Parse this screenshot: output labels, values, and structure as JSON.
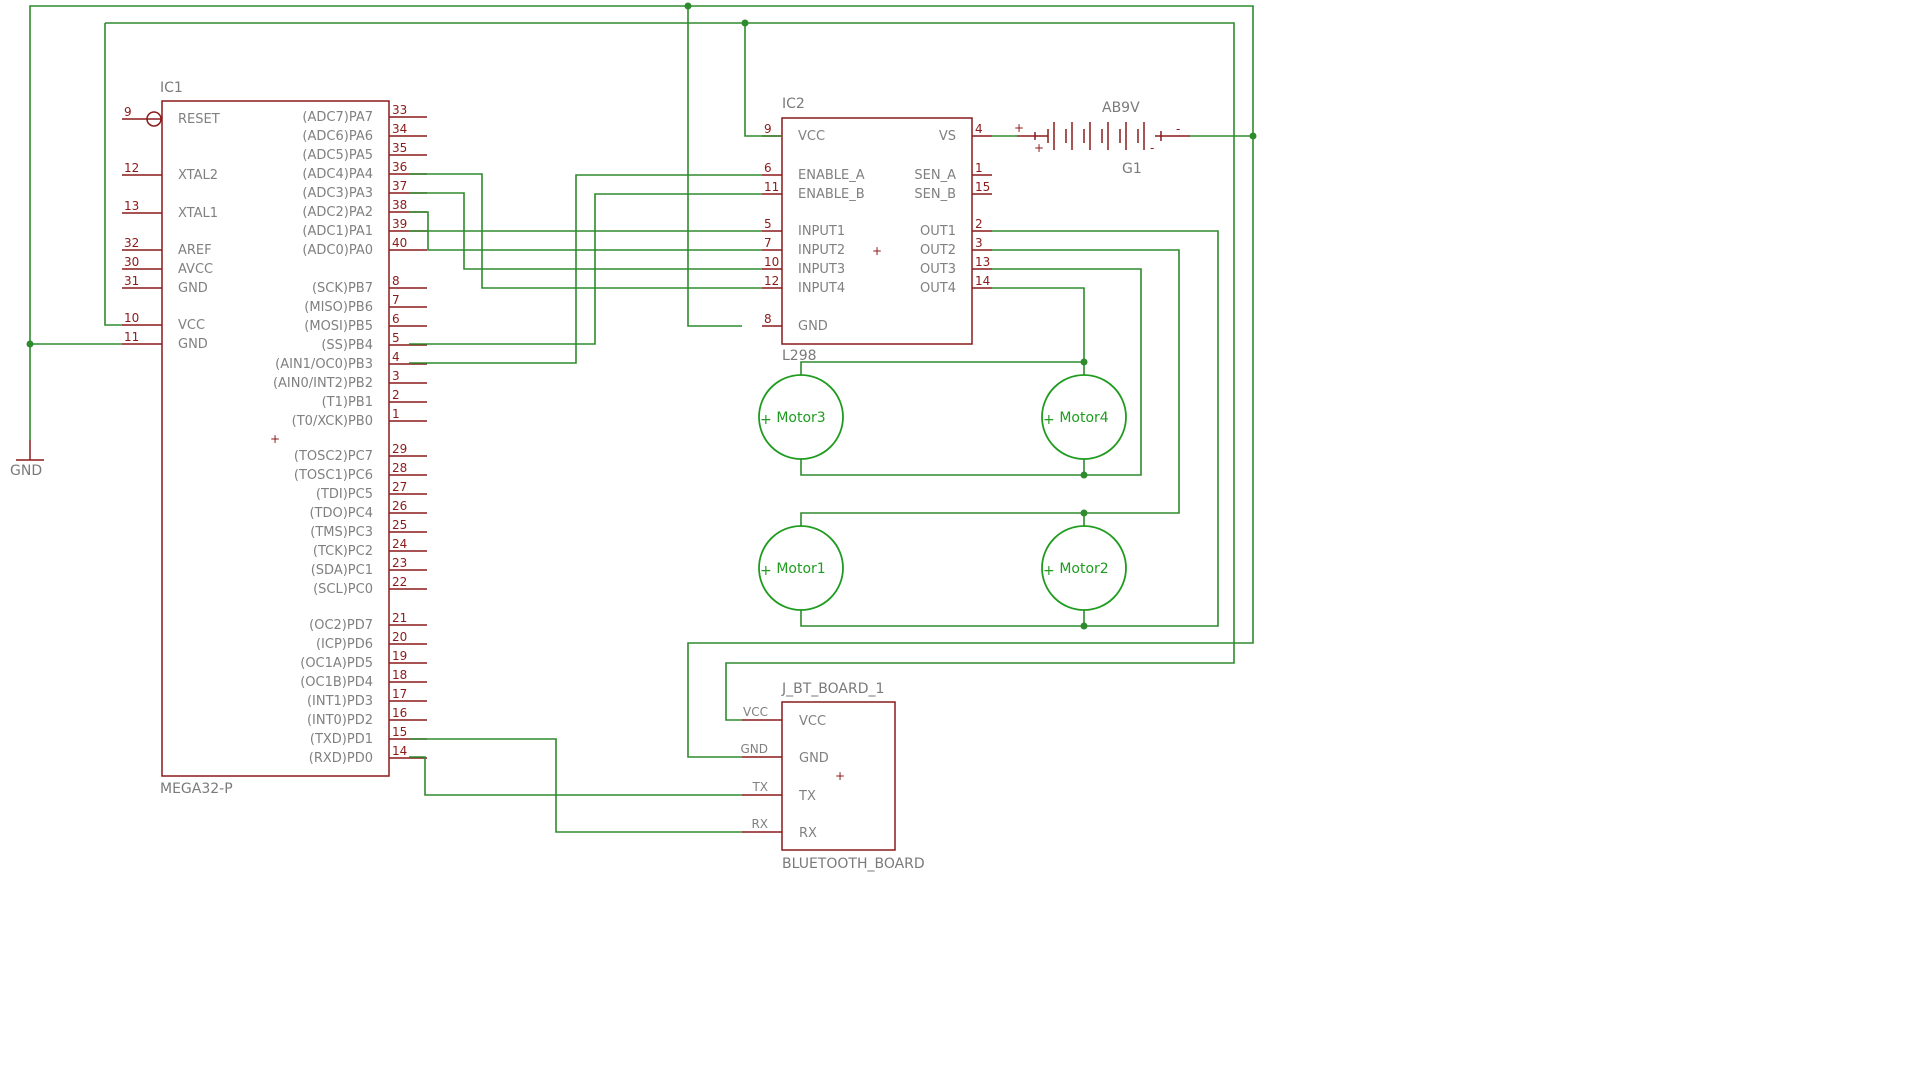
{
  "ic1": {
    "name": "IC1",
    "value": "MEGA32-P",
    "left_pins": [
      {
        "num": "9",
        "name": "RESET"
      },
      {
        "num": "12",
        "name": "XTAL2"
      },
      {
        "num": "13",
        "name": "XTAL1"
      },
      {
        "num": "32",
        "name": "AREF"
      },
      {
        "num": "30",
        "name": "AVCC"
      },
      {
        "num": "31",
        "name": "GND"
      },
      {
        "num": "10",
        "name": "VCC"
      },
      {
        "num": "11",
        "name": "GND"
      }
    ],
    "right_pins": [
      {
        "num": "33",
        "name": "(ADC7)PA7"
      },
      {
        "num": "34",
        "name": "(ADC6)PA6"
      },
      {
        "num": "35",
        "name": "(ADC5)PA5"
      },
      {
        "num": "36",
        "name": "(ADC4)PA4"
      },
      {
        "num": "37",
        "name": "(ADC3)PA3"
      },
      {
        "num": "38",
        "name": "(ADC2)PA2"
      },
      {
        "num": "39",
        "name": "(ADC1)PA1"
      },
      {
        "num": "40",
        "name": "(ADC0)PA0"
      },
      {
        "num": "8",
        "name": "(SCK)PB7"
      },
      {
        "num": "7",
        "name": "(MISO)PB6"
      },
      {
        "num": "6",
        "name": "(MOSI)PB5"
      },
      {
        "num": "5",
        "name": "(SS)PB4"
      },
      {
        "num": "4",
        "name": "(AIN1/OC0)PB3"
      },
      {
        "num": "3",
        "name": "(AIN0/INT2)PB2"
      },
      {
        "num": "2",
        "name": "(T1)PB1"
      },
      {
        "num": "1",
        "name": "(T0/XCK)PB0"
      },
      {
        "num": "29",
        "name": "(TOSC2)PC7"
      },
      {
        "num": "28",
        "name": "(TOSC1)PC6"
      },
      {
        "num": "27",
        "name": "(TDI)PC5"
      },
      {
        "num": "26",
        "name": "(TDO)PC4"
      },
      {
        "num": "25",
        "name": "(TMS)PC3"
      },
      {
        "num": "24",
        "name": "(TCK)PC2"
      },
      {
        "num": "23",
        "name": "(SDA)PC1"
      },
      {
        "num": "22",
        "name": "(SCL)PC0"
      },
      {
        "num": "21",
        "name": "(OC2)PD7"
      },
      {
        "num": "20",
        "name": "(ICP)PD6"
      },
      {
        "num": "19",
        "name": "(OC1A)PD5"
      },
      {
        "num": "18",
        "name": "(OC1B)PD4"
      },
      {
        "num": "17",
        "name": "(INT1)PD3"
      },
      {
        "num": "16",
        "name": "(INT0)PD2"
      },
      {
        "num": "15",
        "name": "(TXD)PD1"
      },
      {
        "num": "14",
        "name": "(RXD)PD0"
      }
    ]
  },
  "ic2": {
    "name": "IC2",
    "value": "L298",
    "left_pins": [
      {
        "num": "9",
        "name": "VCC"
      },
      {
        "num": "6",
        "name": "ENABLE_A"
      },
      {
        "num": "11",
        "name": "ENABLE_B"
      },
      {
        "num": "5",
        "name": "INPUT1"
      },
      {
        "num": "7",
        "name": "INPUT2"
      },
      {
        "num": "10",
        "name": "INPUT3"
      },
      {
        "num": "12",
        "name": "INPUT4"
      },
      {
        "num": "8",
        "name": "GND"
      }
    ],
    "right_pins": [
      {
        "num": "4",
        "name": "VS"
      },
      {
        "num": "1",
        "name": "SEN_A"
      },
      {
        "num": "15",
        "name": "SEN_B"
      },
      {
        "num": "2",
        "name": "OUT1"
      },
      {
        "num": "3",
        "name": "OUT2"
      },
      {
        "num": "13",
        "name": "OUT3"
      },
      {
        "num": "14",
        "name": "OUT4"
      }
    ]
  },
  "battery": {
    "name": "G1",
    "value": "AB9V",
    "plus": "+",
    "minus": "-"
  },
  "bt": {
    "name": "J_BT_BOARD_1",
    "value": "BLUETOOTH_BOARD",
    "pins": [
      {
        "num": "VCC",
        "name": "VCC"
      },
      {
        "num": "GND",
        "name": "GND"
      },
      {
        "num": "TX",
        "name": "TX"
      },
      {
        "num": "RX",
        "name": "RX"
      }
    ]
  },
  "gnd_symbol": {
    "label": "GND"
  },
  "motors": [
    {
      "name": "Motor3",
      "plus": "+"
    },
    {
      "name": "Motor4",
      "plus": "+"
    },
    {
      "name": "Motor1",
      "plus": "+"
    },
    {
      "name": "Motor2",
      "plus": "+"
    }
  ],
  "colors": {
    "net": "#2e8b2e",
    "part": "#8b1a1a",
    "motor": "#1f9c1f",
    "text": "#808080"
  }
}
